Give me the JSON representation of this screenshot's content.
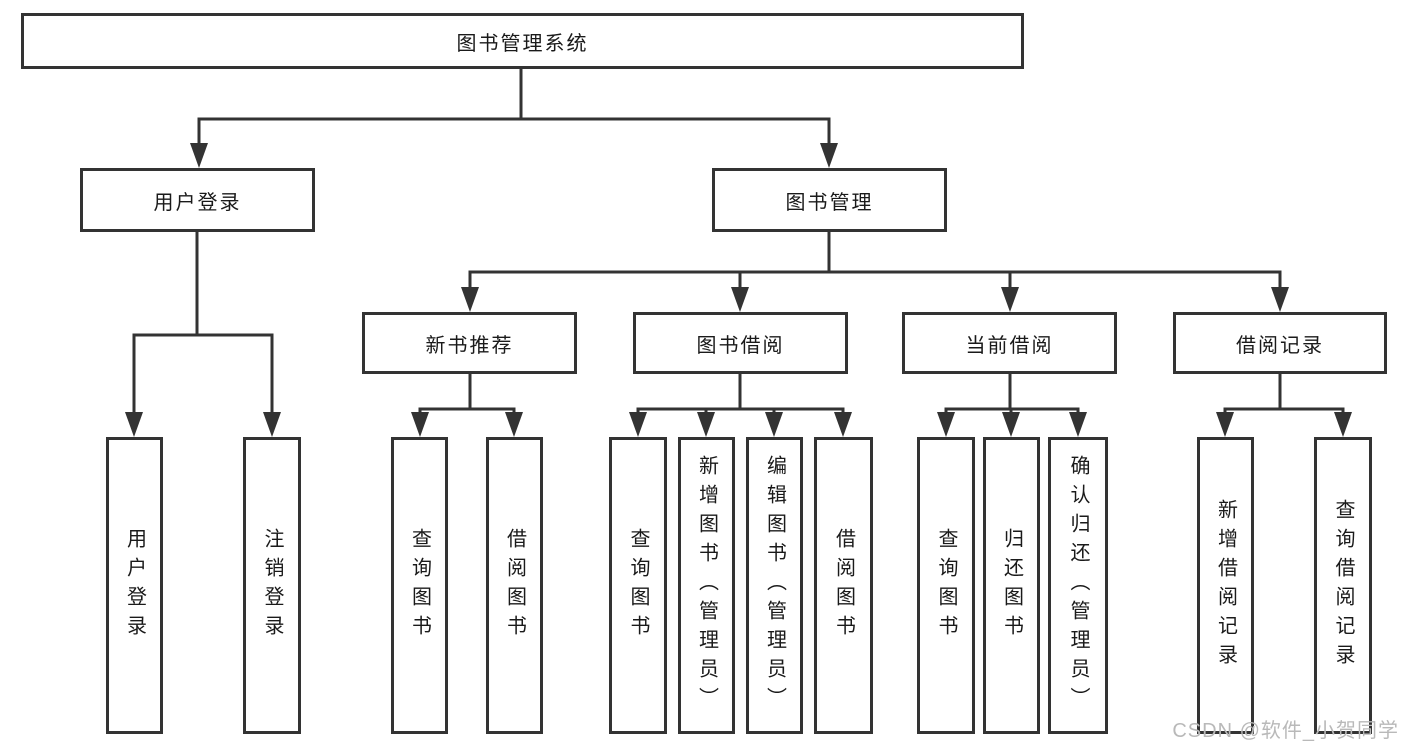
{
  "diagram_title": "图书管理系统",
  "tree": {
    "label": "图书管理系统",
    "children": [
      {
        "label": "用户登录",
        "children": [
          {
            "label": "用户登录"
          },
          {
            "label": "注销登录"
          }
        ]
      },
      {
        "label": "图书管理",
        "children": [
          {
            "label": "新书推荐",
            "children": [
              {
                "label": "查询图书"
              },
              {
                "label": "借阅图书"
              }
            ]
          },
          {
            "label": "图书借阅",
            "children": [
              {
                "label": "查询图书"
              },
              {
                "label": "新增图书（管理员）"
              },
              {
                "label": "编辑图书（管理员）"
              },
              {
                "label": "借阅图书"
              }
            ]
          },
          {
            "label": "当前借阅",
            "children": [
              {
                "label": "查询图书"
              },
              {
                "label": "归还图书"
              },
              {
                "label": "确认归还（管理员）"
              }
            ]
          },
          {
            "label": "借阅记录",
            "children": [
              {
                "label": "新增借阅记录"
              },
              {
                "label": "查询借阅记录"
              }
            ]
          }
        ]
      }
    ]
  },
  "watermark": "CSDN @软件_小贺同学",
  "colors": {
    "line": "#333333",
    "node_border": "#333333",
    "node_text": "#1a1a1a",
    "background": "#ffffff",
    "watermark_text": "#b9b9b9"
  }
}
